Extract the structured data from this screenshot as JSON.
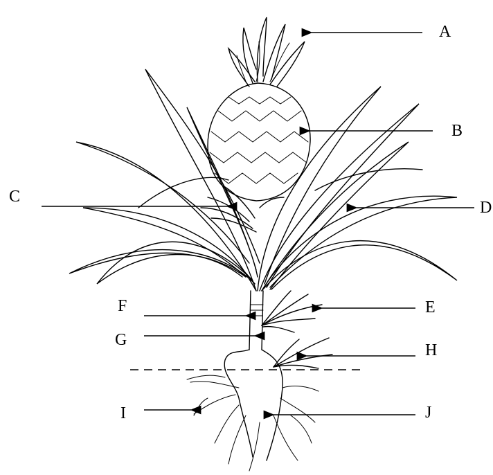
{
  "diagram": {
    "labels": {
      "A": "A",
      "B": "B",
      "C": "C",
      "D": "D",
      "E": "E",
      "F": "F",
      "G": "G",
      "H": "H",
      "I": "I",
      "J": "J"
    }
  }
}
